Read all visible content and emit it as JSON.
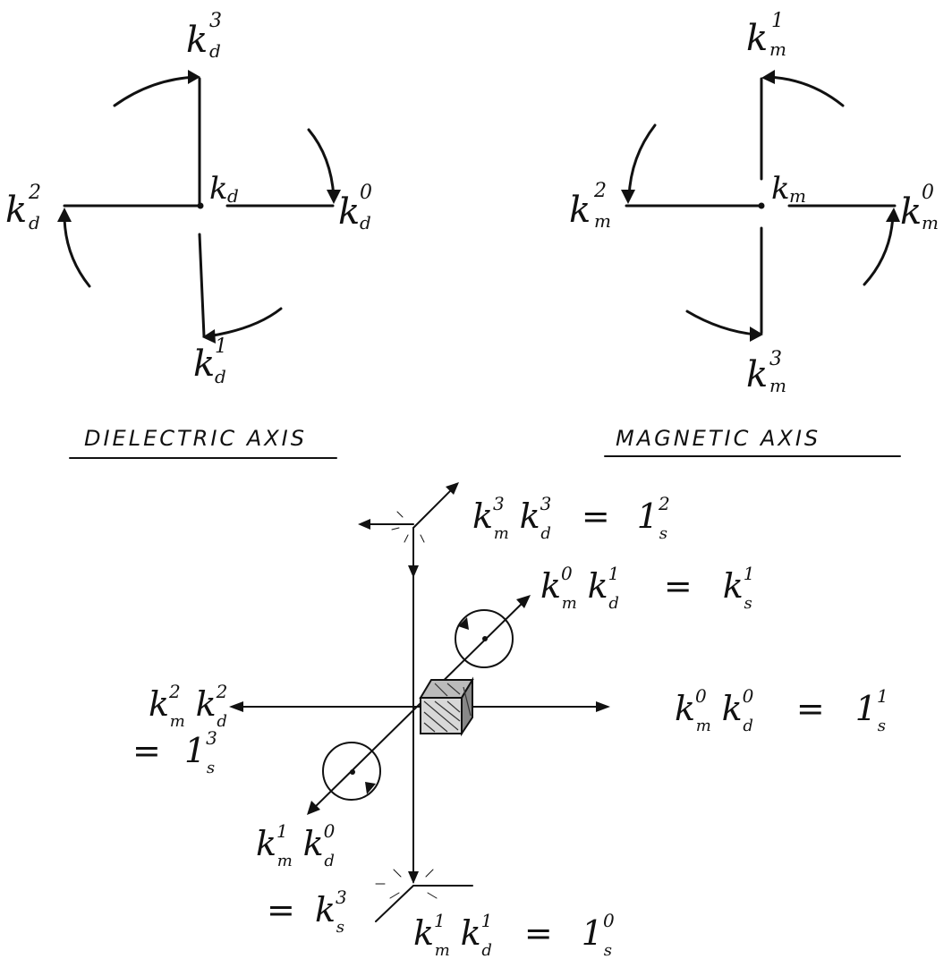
{
  "dielectric": {
    "caption": "DIELECTRIC AXIS",
    "center": "k",
    "center_sub": "d",
    "top": {
      "base": "k",
      "sup": "3",
      "sub": "d"
    },
    "right": {
      "base": "k",
      "sup": "0",
      "sub": "d"
    },
    "bottom": {
      "base": "k",
      "sup": "1",
      "sub": "d"
    },
    "left": {
      "base": "k",
      "sup": "2",
      "sub": "d"
    }
  },
  "magnetic": {
    "caption": "MAGNETIC AXIS",
    "center": "k",
    "center_sub": "m",
    "top": {
      "base": "k",
      "sup": "1",
      "sub": "m"
    },
    "right": {
      "base": "k",
      "sup": "0",
      "sub": "m"
    },
    "bottom": {
      "base": "k",
      "sup": "3",
      "sub": "m"
    },
    "left": {
      "base": "k",
      "sup": "2",
      "sub": "m"
    }
  },
  "combined": {
    "top_eq": {
      "lhs": "k^3_m k^3_d",
      "eq": "=",
      "rhs": "1^2_s"
    },
    "diag_eq": {
      "lhs": "k^0_m k^1_d",
      "eq": "=",
      "rhs": "k^1_s"
    },
    "right_eq": {
      "lhs": "k^0_m k^0_d",
      "eq": "=",
      "rhs": "1^1_s"
    },
    "left_eq": {
      "lhs": "k^2_m k^2_d",
      "eq": "=",
      "rhs": "1^3_s"
    },
    "lower_eq": {
      "lhs": "k^1_m k^0_d",
      "eq": "=",
      "rhs": "k^3_s"
    },
    "bottom_eq": {
      "lhs": "k^1_m k^1_d",
      "eq": "=",
      "rhs": "1^0_s"
    }
  },
  "colors": {
    "ink": "#111111",
    "paper": "#ffffff"
  }
}
